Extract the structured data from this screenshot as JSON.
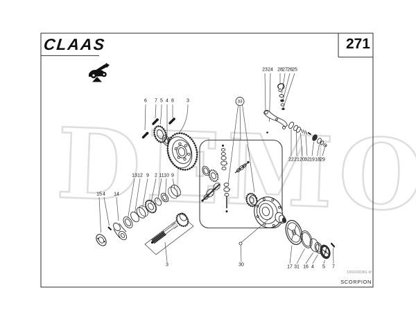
{
  "header": {
    "brand": "CLAAS",
    "page_number": "271"
  },
  "watermark": "DEMO",
  "footer": {
    "drawing_id": "1003160381.tif",
    "model_name": "SCORPION"
  },
  "callouts": {
    "top_gear_row": [
      "6",
      "7",
      "5",
      "4",
      "8",
      "3"
    ],
    "assembly_circle": "33",
    "upper_right_row": [
      "23",
      "24",
      "28",
      "27",
      "26",
      "25"
    ],
    "right_chain_row": [
      "22",
      "21",
      "20",
      "32",
      "19",
      "18",
      "29"
    ],
    "shaft_row": [
      "13",
      "12",
      "9",
      "2",
      "11",
      "10",
      "9"
    ],
    "shaft_left_row": [
      "15",
      "4",
      "14"
    ],
    "pinion_label": "3",
    "housing_label": "30",
    "bottom_right_row": [
      "17",
      "31",
      "16",
      "4",
      "5",
      "7"
    ]
  }
}
